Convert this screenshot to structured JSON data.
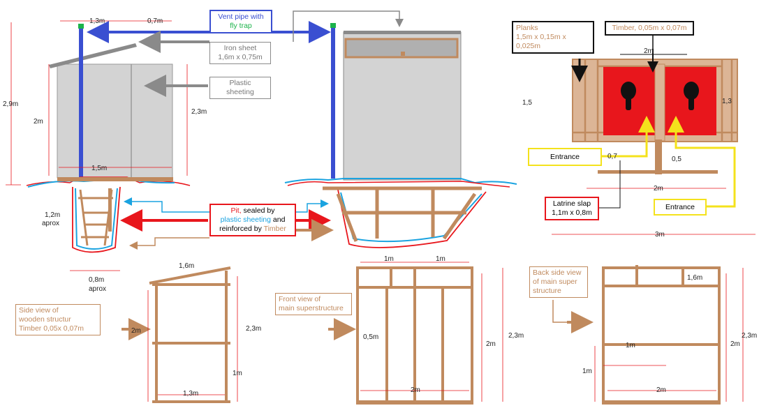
{
  "palette": {
    "wood": "#c08a5e",
    "wood_light": "#dcb596",
    "blue_pipe": "#3a4fd1",
    "red": "#e8161c",
    "cyan": "#1aa3e0",
    "gray": "#8a8a8a",
    "yellow": "#f4e21c",
    "green_cap": "#1bb34a"
  },
  "dims": {
    "d13": "1,3m",
    "d07": "0,7m",
    "d29": "2,9m",
    "d2": "2m",
    "d23": "2,3m",
    "d15": "1,5m",
    "d12": "1,2m",
    "aprox": "aprox",
    "d08": "0,8m",
    "aprox2": "aprox",
    "p2m": "2m",
    "p15": "1,5",
    "p13": "1,3",
    "p07": "0,7",
    "p05": "0,5",
    "p2m_b": "2m",
    "p3m": "3m",
    "s16": "1,6m",
    "s2m": "2m",
    "s23": "2,3m",
    "s1m": "1m",
    "s13": "1,3m",
    "f1m_a": "1m",
    "f1m_b": "1m",
    "f05": "0,5m",
    "f2m": "2m",
    "f2m_left": "2m",
    "f23": "2,3m",
    "b16": "1,6m",
    "b1m": "1m",
    "b1m_v": "1m",
    "b2m": "2m",
    "b2m_r": "2m",
    "b23": "2,3m"
  },
  "labels": {
    "vent_a": "Vent pipe with",
    "vent_b": "fly trap",
    "iron_a": "Iron sheet",
    "iron_b": "1,6m x 0,75m",
    "plastic_a": "Plastic",
    "plastic_b": "sheeting",
    "pit_a": "Pit,",
    "pit_b": " sealed by",
    "pit_c": "plastic sheeting",
    "pit_d": " and",
    "pit_e": "reinforced by ",
    "pit_f": "Timber",
    "planks_a": "Planks",
    "planks_b": "1,5m x 0,15m x 0,025m",
    "timber": "Timber, 0,05m x 0,07m",
    "entrance_1": "Entrance",
    "entrance_2": "Entrance",
    "slap_a": "Latrine slap",
    "slap_b": "1,1m x 0,8m",
    "side_a": "Side view of",
    "side_b": "wooden structur",
    "side_c": "Timber 0,05x 0,07m",
    "front_a": "Front view of",
    "front_b": "main superstructure",
    "back_a": "Back side view",
    "back_b": "of main super",
    "back_c": "structure"
  }
}
